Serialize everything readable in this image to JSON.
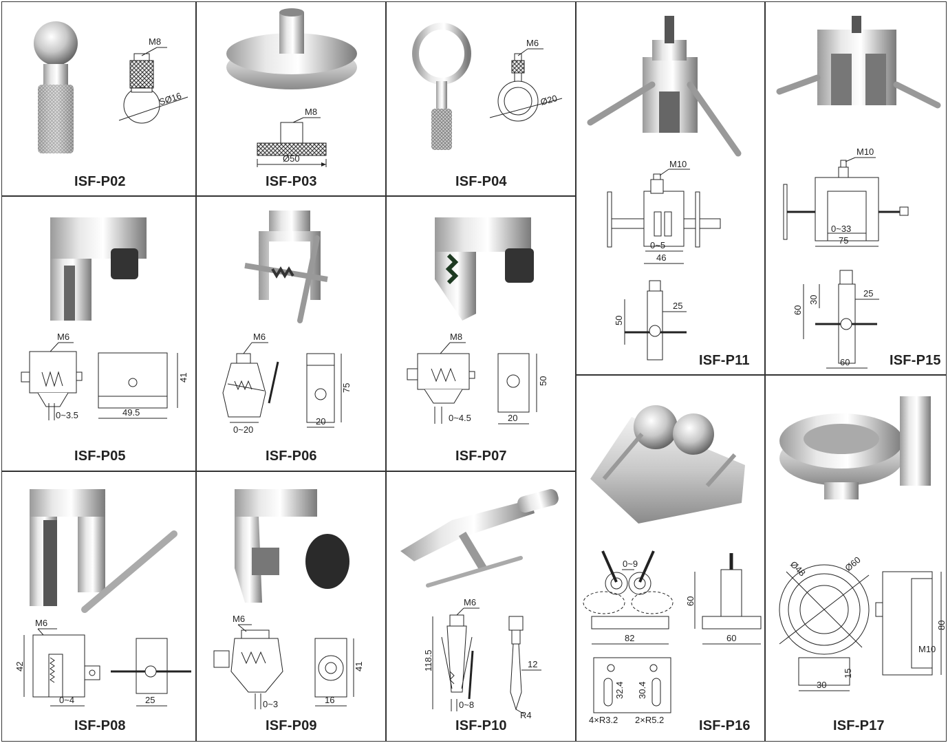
{
  "products": [
    {
      "code": "ISF-P02",
      "dims": {
        "thread": "M8",
        "ball": "SØ16"
      }
    },
    {
      "code": "ISF-P03",
      "dims": {
        "thread": "M8",
        "diameter": "Ø50"
      }
    },
    {
      "code": "ISF-P04",
      "dims": {
        "thread": "M6",
        "ring": "Ø20"
      }
    },
    {
      "code": "ISF-P05",
      "dims": {
        "thread": "M6",
        "opening": "0~3.5",
        "width": "49.5",
        "height": "41"
      }
    },
    {
      "code": "ISF-P06",
      "dims": {
        "thread": "M6",
        "opening": "0~20",
        "width": "20",
        "height": "75"
      }
    },
    {
      "code": "ISF-P07",
      "dims": {
        "thread": "M8",
        "opening": "0~4.5",
        "width": "20",
        "height": "50"
      }
    },
    {
      "code": "ISF-P08",
      "dims": {
        "thread": "M6",
        "opening": "0~4",
        "height": "42",
        "width": "25"
      }
    },
    {
      "code": "ISF-P09",
      "dims": {
        "thread": "M6",
        "opening": "0~3",
        "width": "16",
        "height": "41"
      }
    },
    {
      "code": "ISF-P10",
      "dims": {
        "thread": "M6",
        "height": "118.5",
        "opening": "0~8",
        "width": "12",
        "radius": "R4"
      }
    },
    {
      "code": "ISF-P11",
      "dims": {
        "thread": "M10",
        "opening": "0~5",
        "width": "46",
        "height": "50",
        "depth": "25"
      }
    },
    {
      "code": "ISF-P15",
      "dims": {
        "thread": "M10",
        "opening": "0~33",
        "width": "75",
        "height": "60",
        "inner": "30",
        "depth": "25",
        "base": "60"
      }
    },
    {
      "code": "ISF-P16",
      "dims": {
        "opening": "0~9",
        "width": "82",
        "height": "60",
        "depth": "60",
        "slot1": "32.4",
        "slot2": "30.4",
        "holes1": "4×R3.2",
        "holes2": "2×R5.2"
      }
    },
    {
      "code": "ISF-P17",
      "dims": {
        "inner": "Ø48",
        "outer": "Ø60",
        "height": "80",
        "thread": "M10",
        "neck": "15",
        "base": "30"
      }
    }
  ]
}
